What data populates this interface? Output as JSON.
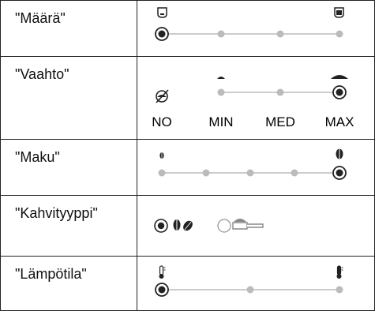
{
  "rows": [
    {
      "label": "\"Määrä\"",
      "setting": "amount",
      "selected_index": 0,
      "positions": 4
    },
    {
      "label": "\"Vaahto\"",
      "setting": "foam",
      "selected_index": 3,
      "positions": 4,
      "levels": [
        "NO",
        "MIN",
        "MED",
        "MAX"
      ]
    },
    {
      "label": "\"Maku\"",
      "setting": "taste",
      "selected_index": 4,
      "positions": 5
    },
    {
      "label": "\"Kahvityyppi\"",
      "setting": "coffee-type",
      "options": [
        "beans",
        "ground"
      ],
      "selected_option": "beans"
    },
    {
      "label": "\"Lämpötila\"",
      "setting": "temperature",
      "selected_index": 0,
      "positions": 3
    }
  ],
  "icons": {
    "amount_min": "cup-small-icon",
    "amount_max": "cup-large-icon",
    "foam_none": "no-foam-icon",
    "foam_small": "foam-small-icon",
    "foam_large": "foam-large-icon",
    "taste_mild": "bean-small-icon",
    "taste_strong": "bean-large-icon",
    "beans": "coffee-beans-icon",
    "ground": "ground-coffee-scoop-icon",
    "temp_low": "thermometer-low-icon",
    "temp_high": "thermometer-high-icon"
  },
  "colors": {
    "border": "#222222",
    "track": "#bbbbbb",
    "selected": "#222222"
  }
}
